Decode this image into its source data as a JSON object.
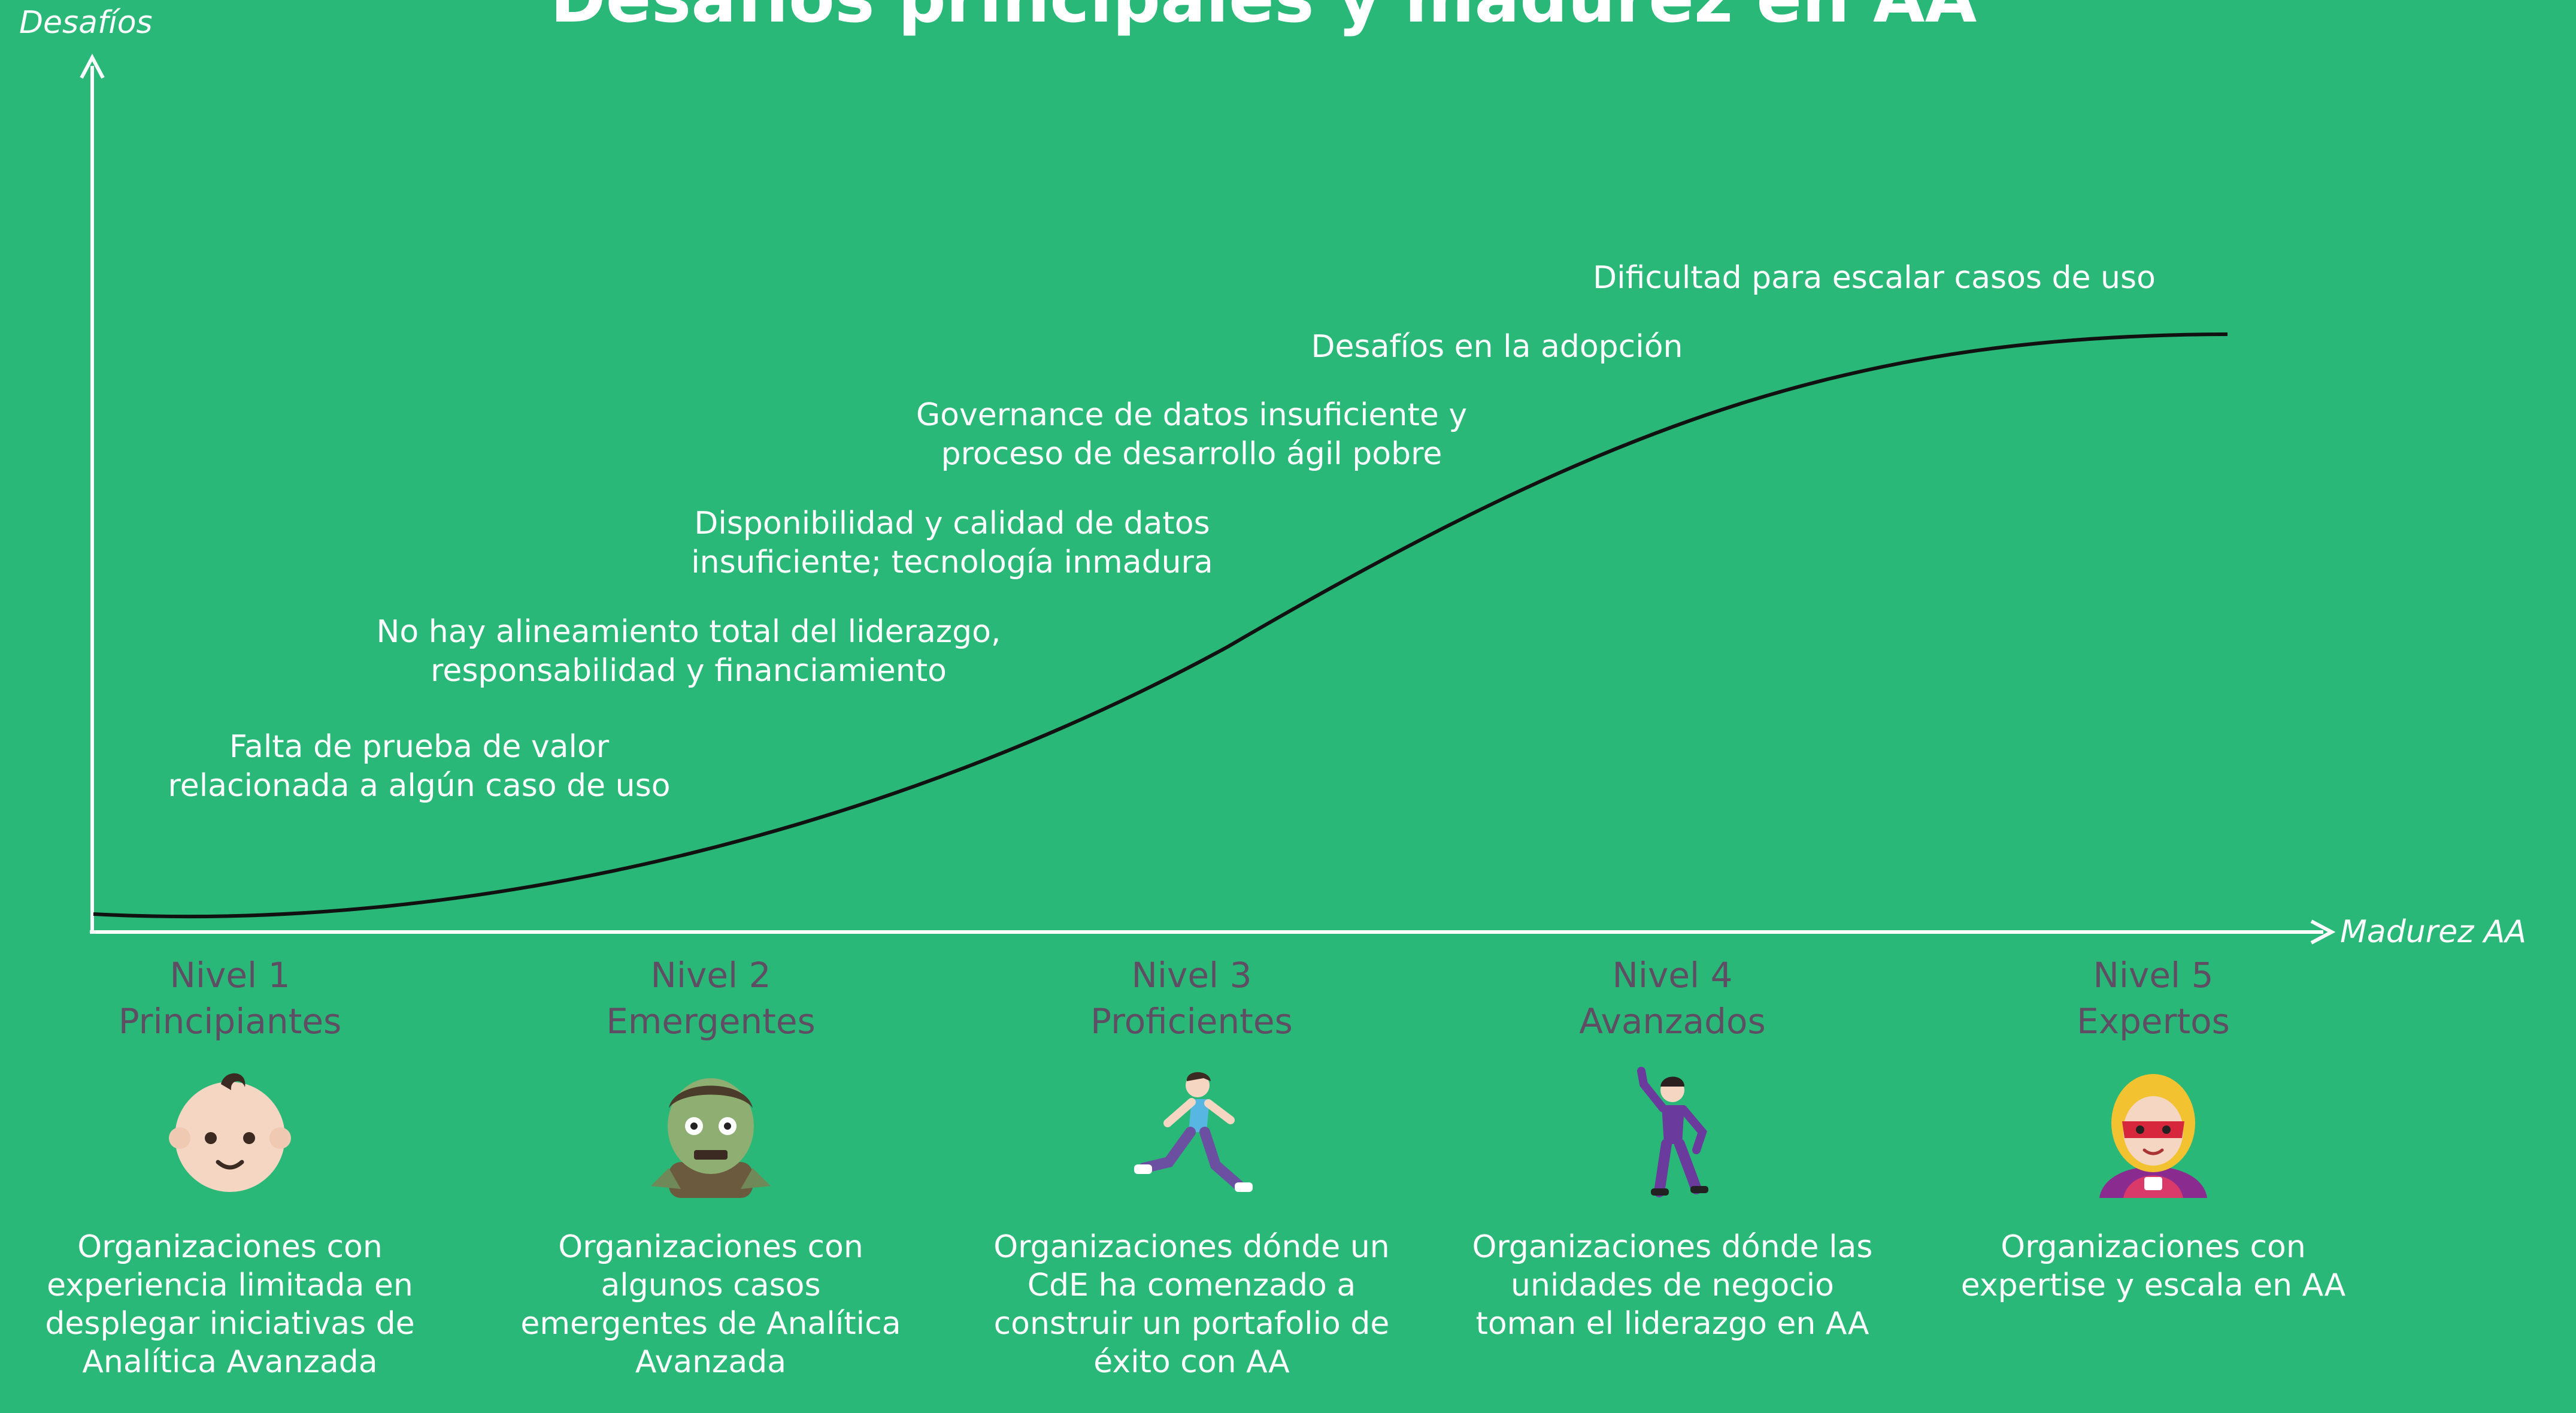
{
  "title": "Desafíos principales y madurez en AA",
  "axes": {
    "y_label": "Desafíos",
    "x_label": "Madurez AA"
  },
  "challenges": [
    {
      "line1": "Falta de prueba de valor",
      "line2": "relacionada a algún caso de uso"
    },
    {
      "line1": "No hay alineamiento total del liderazgo,",
      "line2": "responsabilidad y financiamiento"
    },
    {
      "line1": "Disponibilidad y calidad de datos",
      "line2": "insuficiente; tecnología inmadura"
    },
    {
      "line1": "Governance de datos insuficiente y",
      "line2": "proceso de desarrollo ágil pobre"
    },
    {
      "line1": "Desafíos en la adopción"
    },
    {
      "line1": "Dificultad para escalar casos de uso"
    }
  ],
  "levels": [
    {
      "level": "Nivel 1",
      "name": "Principiantes",
      "icon": "baby-icon",
      "description": "Organizaciones con experiencia limitada en desplegar iniciativas de Analítica Avanzada"
    },
    {
      "level": "Nivel 2",
      "name": "Emergentes",
      "icon": "zombie-icon",
      "description": "Organizaciones con algunos casos emergentes de Analítica Avanzada"
    },
    {
      "level": "Nivel 3",
      "name": "Proficientes",
      "icon": "runner-icon",
      "description": "Organizaciones dónde un CdE ha comenzado a construir un portafolio de éxito con AA"
    },
    {
      "level": "Nivel 4",
      "name": "Avanzados",
      "icon": "dancer-icon",
      "description": "Organizaciones dónde las unidades de negocio toman el liderazgo en AA"
    },
    {
      "level": "Nivel 5",
      "name": "Expertos",
      "icon": "superhero-icon",
      "description": "Organizaciones con expertise y escala en AA"
    }
  ],
  "colors": {
    "background": "#29b877",
    "text": "#ffffff",
    "level_text": "#5e4d63",
    "curve": "#111111"
  }
}
